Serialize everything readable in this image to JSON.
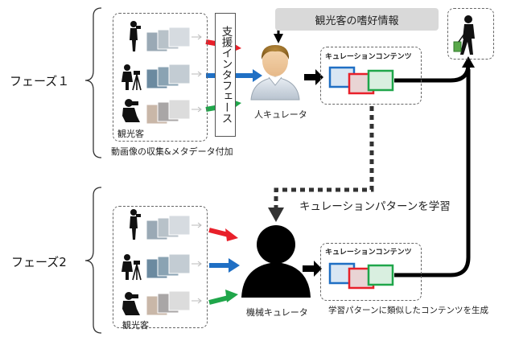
{
  "phase1": {
    "label": "フェーズ１",
    "tourist_label": "観光客",
    "collect_caption": "動画像の収集&メタデータ付加",
    "interface_label": "支援インタフェース",
    "curator_label": "人キュレータ",
    "content_title": "キュレーションコンテンツ"
  },
  "preference_label": "観光客の嗜好情報",
  "learning_label": "キュレーションパターンを学習",
  "phase2": {
    "label": "フェーズ2",
    "tourist_label": "観光客",
    "curator_label": "機械キュレータ",
    "content_title": "キュレーションコンテンツ",
    "generate_caption": "学習パターンに類似したコンテンツを生成"
  },
  "colors": {
    "red": "#e8202a",
    "blue": "#1f6fc4",
    "green": "#1fa64a",
    "black": "#000000",
    "gray_box": "#d9d9d9"
  }
}
